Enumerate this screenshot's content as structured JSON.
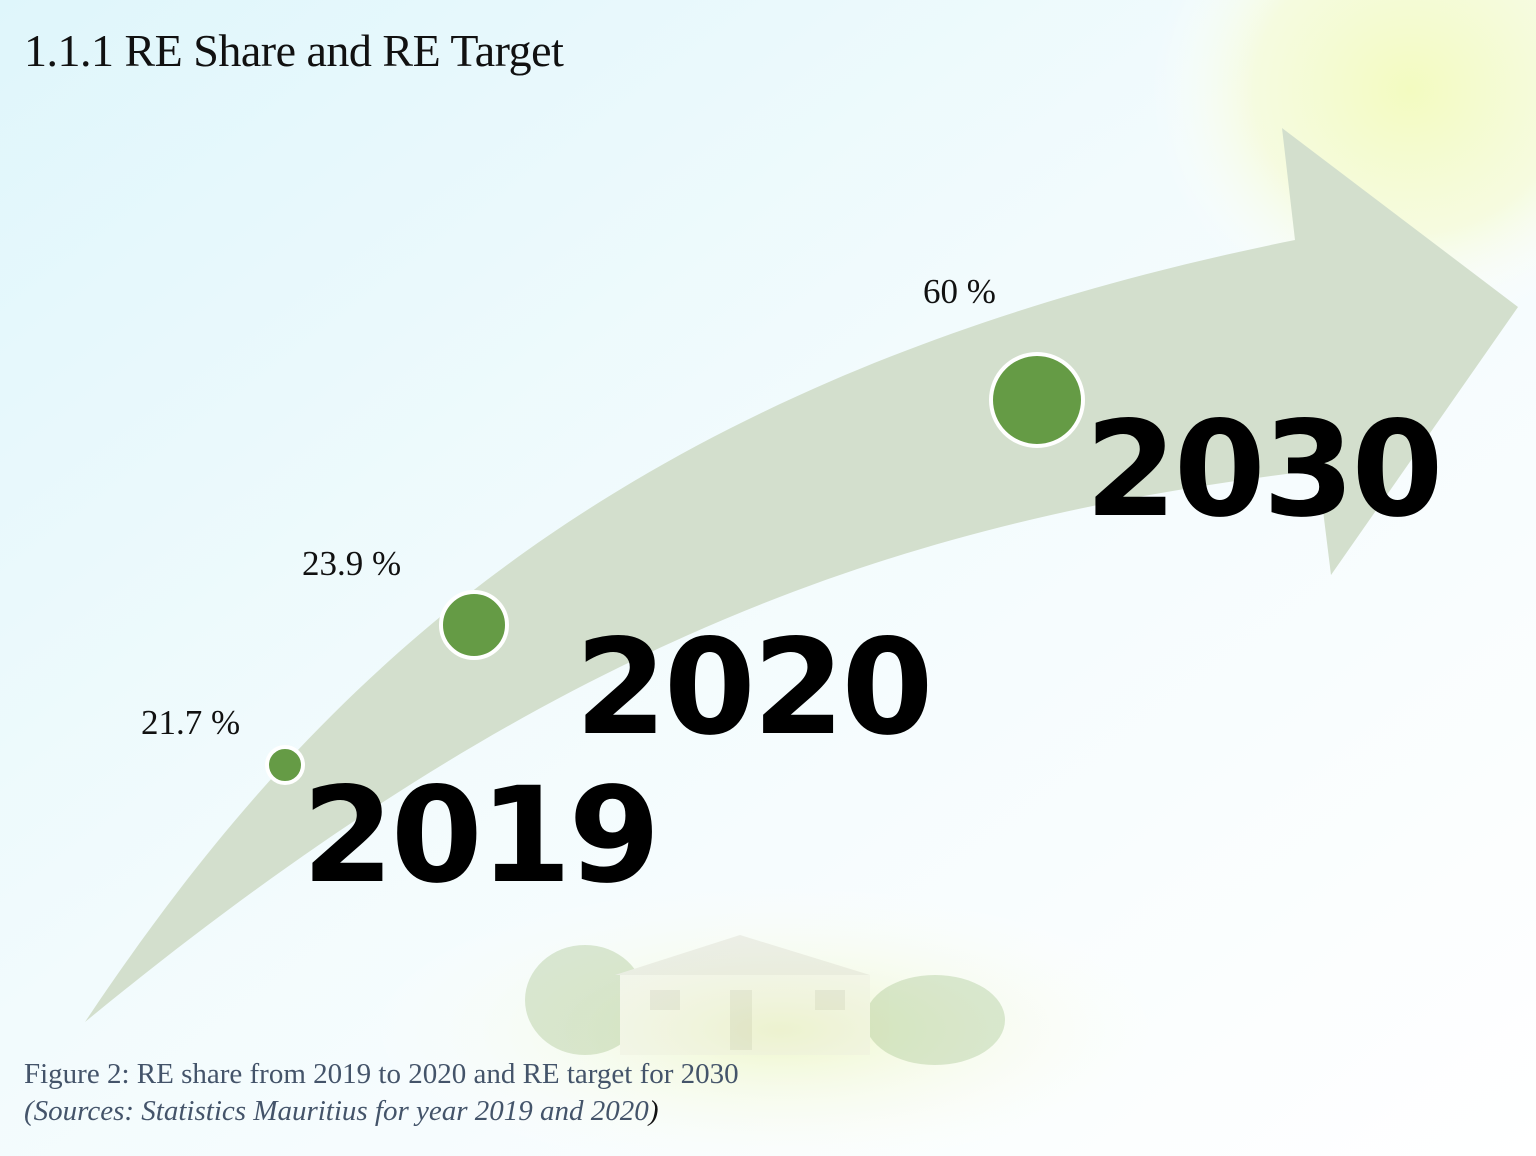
{
  "heading": "1.1.1 RE Share and RE Target",
  "milestones": [
    {
      "year": "2019",
      "share": "21.7 %"
    },
    {
      "year": "2020",
      "share": "23.9 %"
    },
    {
      "year": "2030",
      "share": "60 %"
    }
  ],
  "caption": {
    "line1": "Figure 2: RE share from 2019 to 2020 and RE target for 2030",
    "line2": "(Sources: Statistics Mauritius for year 2019 and 2020",
    "line2_end": ")"
  },
  "colors": {
    "arrow": "#d3dfcd",
    "dot_fill": "#659b45",
    "dot_ring": "#ffffff",
    "caption_text": "#44546a"
  }
}
